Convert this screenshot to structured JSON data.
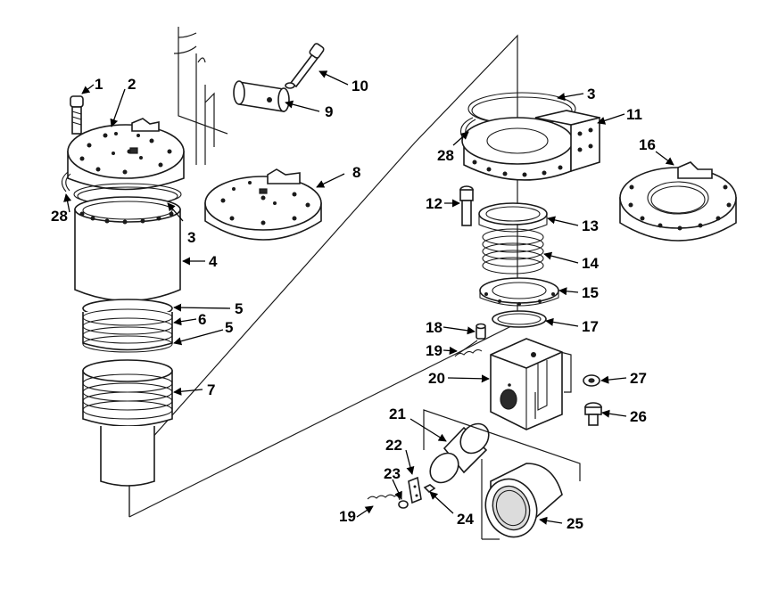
{
  "callouts": {
    "c1": "1",
    "c2": "2",
    "c3a": "3",
    "c3b": "3",
    "c4": "4",
    "c5a": "5",
    "c5b": "5",
    "c6": "6",
    "c7": "7",
    "c8": "8",
    "c9": "9",
    "c10": "10",
    "c11": "11",
    "c12": "12",
    "c13": "13",
    "c14": "14",
    "c15": "15",
    "c16": "16",
    "c17": "17",
    "c18": "18",
    "c19a": "19",
    "c19b": "19",
    "c20": "20",
    "c21": "21",
    "c22": "22",
    "c23": "23",
    "c24": "24",
    "c25": "25",
    "c26": "26",
    "c27": "27",
    "c28a": "28",
    "c28b": "28"
  }
}
